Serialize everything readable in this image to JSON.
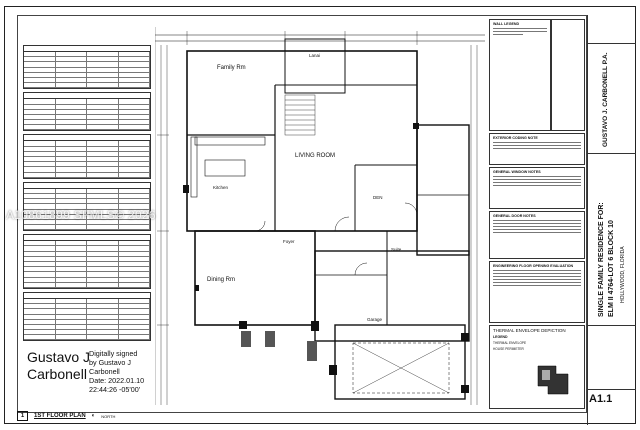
{
  "watermark": "A10861899 SFMLS© 2026",
  "signature": {
    "name_line1": "Gustavo J",
    "name_line2": "Carbonell",
    "digital_1": "Digitally signed",
    "digital_2": "by Gustavo J",
    "digital_3": "Carbonell",
    "digital_4": "Date: 2022.01.10",
    "digital_5": "22:44:26 -05'00'"
  },
  "plan": {
    "rooms": {
      "family": "Family Rm",
      "lanai": "Lanai",
      "living": "LIVING ROOM",
      "den": "DEN",
      "suite": "Suite",
      "dining": "Dining Rm",
      "garage": "Garage",
      "foyer": "Foyer",
      "kitchen": "Kitchen",
      "first_floor": "FIRST FLOOR"
    }
  },
  "footer": {
    "number": "1",
    "title": "1ST FLOOR PLAN",
    "north": "NORTH"
  },
  "notes": {
    "wall_legend": "WALL LEGEND",
    "exterior": "EXTERIOR CODING NOTE",
    "general": "GENERAL WINDOW NOTES",
    "door": "GENERAL DOOR NOTES",
    "egress": "ENGINEERING FLOOR OPENING EVALUATION",
    "thermal": "THERMAL ENVELOPE DEPICTION",
    "thermal_legend": "LEGEND",
    "thermal_items": [
      "THERMAL ENVELOPE",
      "HOUSE PERIMETER"
    ]
  },
  "titleblock": {
    "firm": "GUSTAVO J. CARBONELL P.A.",
    "project": "SINGLE FAMILY RESIDENCE FOR:",
    "lot": "ELM II 4764-LOT 6 BLOCK 10",
    "address": "HOLLYWOOD, FLORIDA",
    "sheet": "A1.1"
  }
}
